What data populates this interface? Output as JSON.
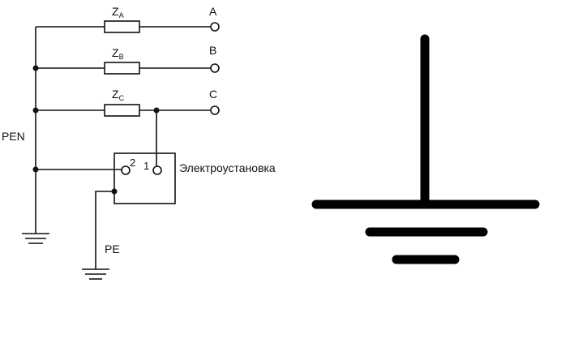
{
  "circuit": {
    "impedances": [
      {
        "letter": "Z",
        "sub": "A"
      },
      {
        "letter": "Z",
        "sub": "B"
      },
      {
        "letter": "Z",
        "sub": "C"
      }
    ],
    "phases": [
      "A",
      "B",
      "C"
    ],
    "pen_label": "PEN",
    "pe_label": "PE",
    "installation_label": "Электроустановка",
    "terminal_2": "2",
    "terminal_1": "1"
  }
}
